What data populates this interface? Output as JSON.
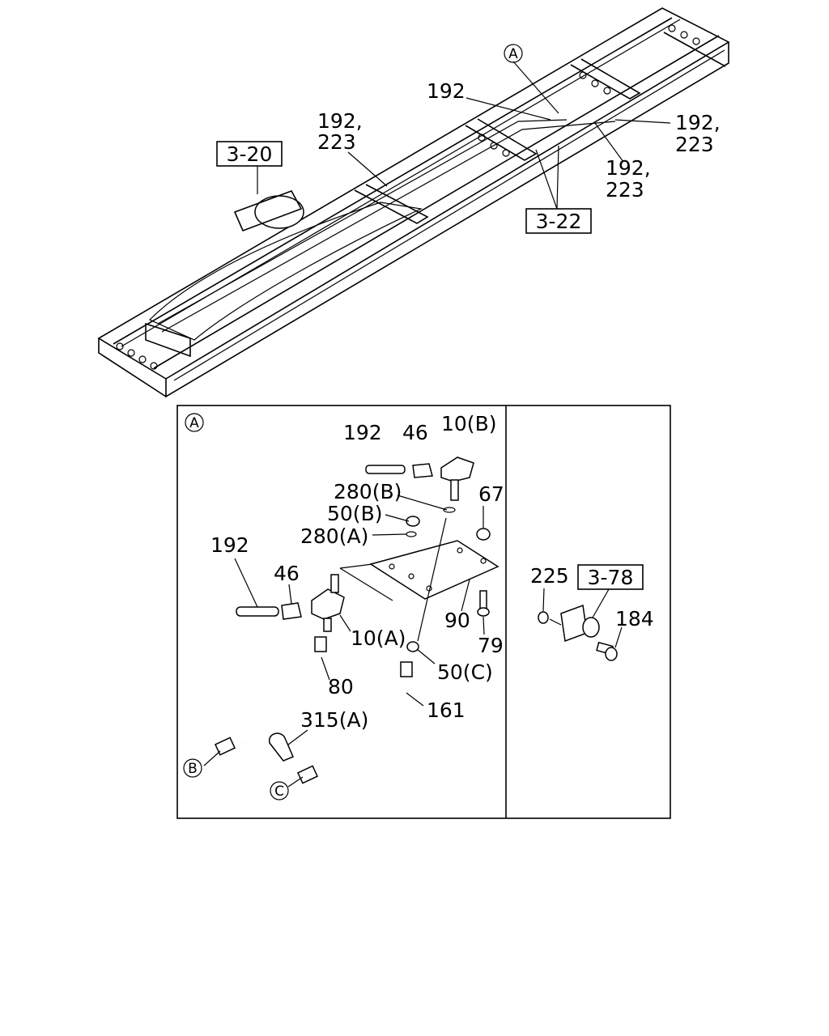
{
  "labels": {
    "top_192": "192",
    "top_192_223_left_a": "192,",
    "top_192_223_left_b": "223",
    "top_192_223_right_a": "192,",
    "top_192_223_right_b": "223",
    "top_192_223_mid_a": "192,",
    "top_192_223_mid_b": "223",
    "ref_3_20": "3-20",
    "ref_3_22": "3-22",
    "ref_3_78": "3-78",
    "circle_a_top": "A",
    "circle_a_panel": "A",
    "circle_b": "B",
    "circle_c": "C",
    "d_192_upper": "192",
    "d_46_upper": "46",
    "d_10b": "10(B)",
    "d_280b": "280(B)",
    "d_50b": "50(B)",
    "d_280a": "280(A)",
    "d_67": "67",
    "d_192_lower": "192",
    "d_46_lower": "46",
    "d_10a": "10(A)",
    "d_90": "90",
    "d_79": "79",
    "d_50c": "50(C)",
    "d_80": "80",
    "d_161": "161",
    "d_315a": "315(A)",
    "d_225": "225",
    "d_184": "184"
  }
}
